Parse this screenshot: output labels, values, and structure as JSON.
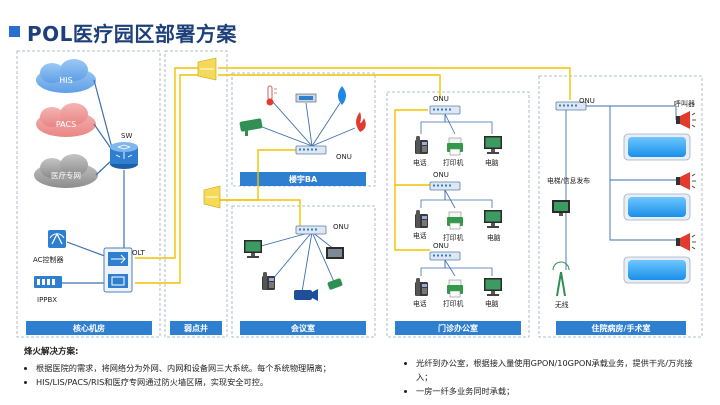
{
  "title": "POL医疗园区部署方案",
  "logo_text": "",
  "colors": {
    "title": "#1d3f7a",
    "line": "#f2c200",
    "zone_bar": "#2f7fd1",
    "cloud": "#7eb6f0",
    "device_blue": "#2f7fd1",
    "red": "#e23a2e"
  },
  "diagram": {
    "clouds": [
      "HIS",
      "PACS",
      "医疗专网"
    ],
    "core": {
      "switch": "SW",
      "olt": "OLT",
      "ac": "AC控制器",
      "ippbx": "IPPBX"
    },
    "onu_label": "ONU",
    "building_ba": "楼宇BA",
    "office_devices": {
      "phone": "电话",
      "printer": "打印机",
      "computer": "电脑"
    },
    "ward": {
      "elevator": "电梯/信息发布",
      "wireless": "无线",
      "call": "呼叫器"
    },
    "zones": [
      "核心机房",
      "弱点井",
      "会议室",
      "门诊办公室",
      "住院病房/手术室"
    ]
  },
  "notes": {
    "heading": "烽火解决方案:",
    "left": [
      "根据医院的需求，将网络分为外网、内网和设备网三大系统。每个系统物理隔离；",
      "HIS/LIS/PACS/RIS和医疗专网通过防火墙区隔，实现安全可控。"
    ],
    "right": [
      "光纤到办公室，根据接入量使用GPON/10GPON承载业务，提供干兆/万兆接入；",
      "一房一纤多业务同时承载；"
    ]
  }
}
